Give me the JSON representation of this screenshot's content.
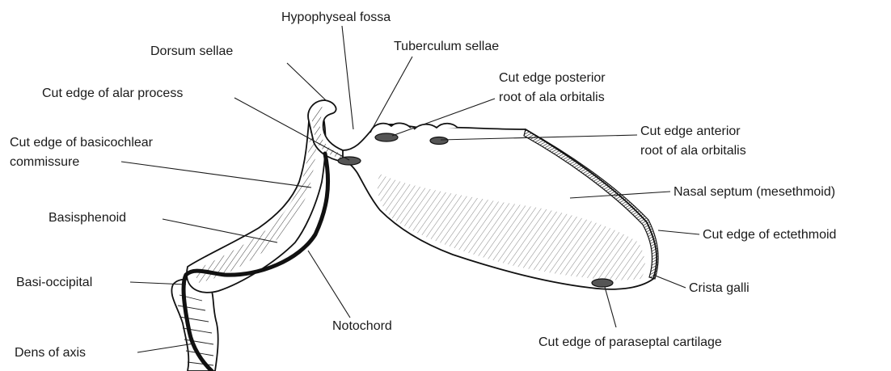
{
  "labels": {
    "hypophyseal_fossa": "Hypophyseal fossa",
    "dorsum_sellae": "Dorsum sellae",
    "tuberculum_sellae": "Tuberculum sellae",
    "cut_edge_alar_process": "Cut edge of alar process",
    "cut_edge_posterior_root_line1": "Cut edge posterior",
    "cut_edge_posterior_root_line2": "root of ala orbitalis",
    "cut_edge_anterior_root_line1": "Cut edge anterior",
    "cut_edge_anterior_root_line2": "root of ala orbitalis",
    "cut_edge_basicochlear_line1": "Cut edge of basicochlear",
    "cut_edge_basicochlear_line2": "commissure",
    "nasal_septum": "Nasal septum (mesethmoid)",
    "basisphenoid": "Basisphenoid",
    "cut_edge_ectethmoid": "Cut edge of ectethmoid",
    "basi_occipital": "Basi-occipital",
    "crista_galli": "Crista galli",
    "notochord": "Notochord",
    "dens_of_axis": "Dens of axis",
    "cut_edge_paraseptal": "Cut edge of paraseptal cartilage"
  }
}
